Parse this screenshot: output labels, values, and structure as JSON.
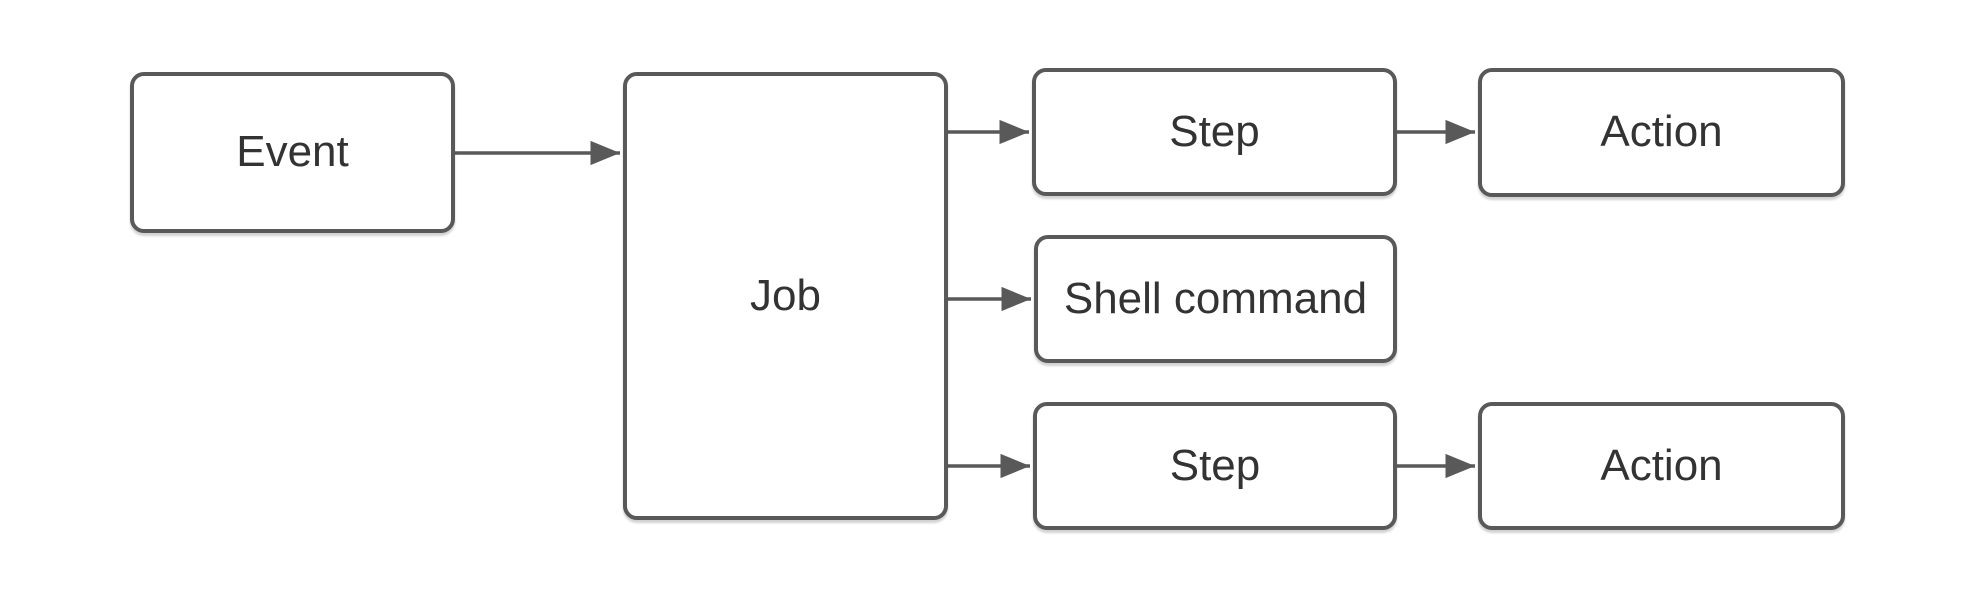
{
  "diagram": {
    "background_color": "#ffffff",
    "node_border_color": "#595959",
    "node_fill_color": "#ffffff",
    "arrow_color": "#595959",
    "text_color": "#333333",
    "nodes": [
      {
        "id": "event",
        "label": "Event"
      },
      {
        "id": "job",
        "label": "Job"
      },
      {
        "id": "step-top",
        "label": "Step"
      },
      {
        "id": "action-top",
        "label": "Action"
      },
      {
        "id": "shell-command",
        "label": "Shell command"
      },
      {
        "id": "step-bottom",
        "label": "Step"
      },
      {
        "id": "action-bottom",
        "label": "Action"
      }
    ],
    "edges": [
      {
        "from": "event",
        "to": "job"
      },
      {
        "from": "job",
        "to": "step-top"
      },
      {
        "from": "job",
        "to": "shell-command"
      },
      {
        "from": "job",
        "to": "step-bottom"
      },
      {
        "from": "step-top",
        "to": "action-top"
      },
      {
        "from": "step-bottom",
        "to": "action-bottom"
      }
    ]
  }
}
